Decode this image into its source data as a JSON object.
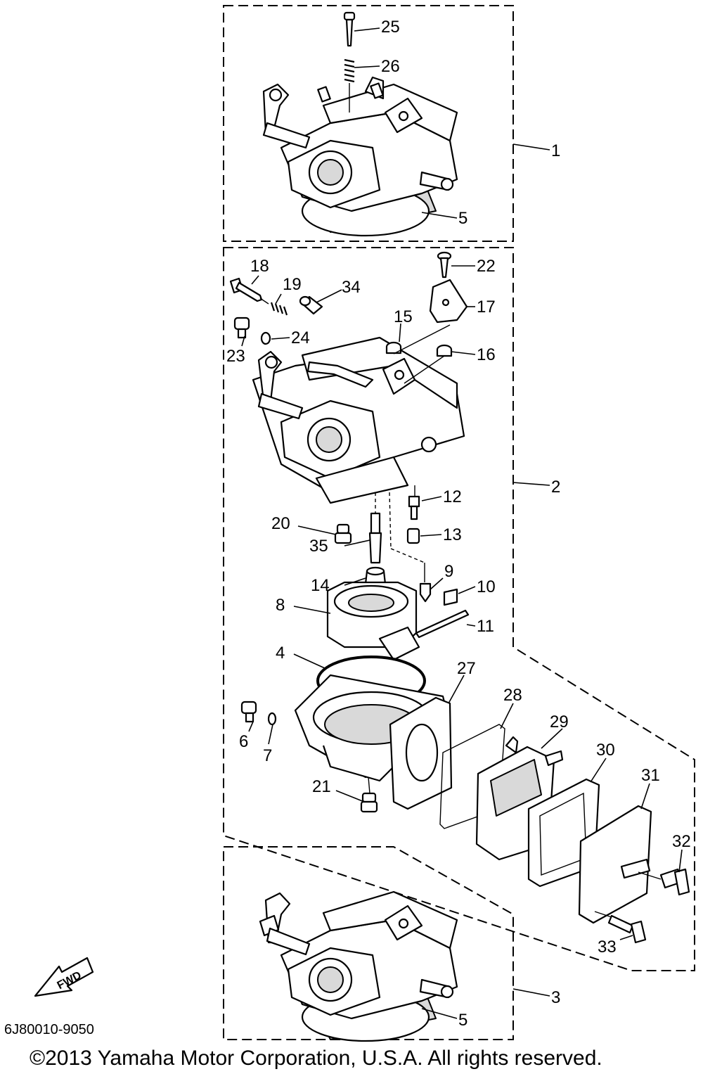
{
  "diagram": {
    "callouts": {
      "c1": "1",
      "c2": "2",
      "c3": "3",
      "c4": "4",
      "c5a": "5",
      "c5b": "5",
      "c6": "6",
      "c7": "7",
      "c8": "8",
      "c9": "9",
      "c10": "10",
      "c11": "11",
      "c12": "12",
      "c13": "13",
      "c14": "14",
      "c15": "15",
      "c16": "16",
      "c17": "17",
      "c18": "18",
      "c19": "19",
      "c20": "20",
      "c21": "21",
      "c22": "22",
      "c23": "23",
      "c24": "24",
      "c25": "25",
      "c26": "26",
      "c27": "27",
      "c28": "28",
      "c29": "29",
      "c30": "30",
      "c31": "31",
      "c32": "32",
      "c33": "33",
      "c34": "34",
      "c35": "35"
    },
    "fwd_label": "FWD",
    "drawing_code": "6J80010-9050",
    "copyright": "©2013 Yamaha Motor Corporation, U.S.A. All rights reserved."
  }
}
